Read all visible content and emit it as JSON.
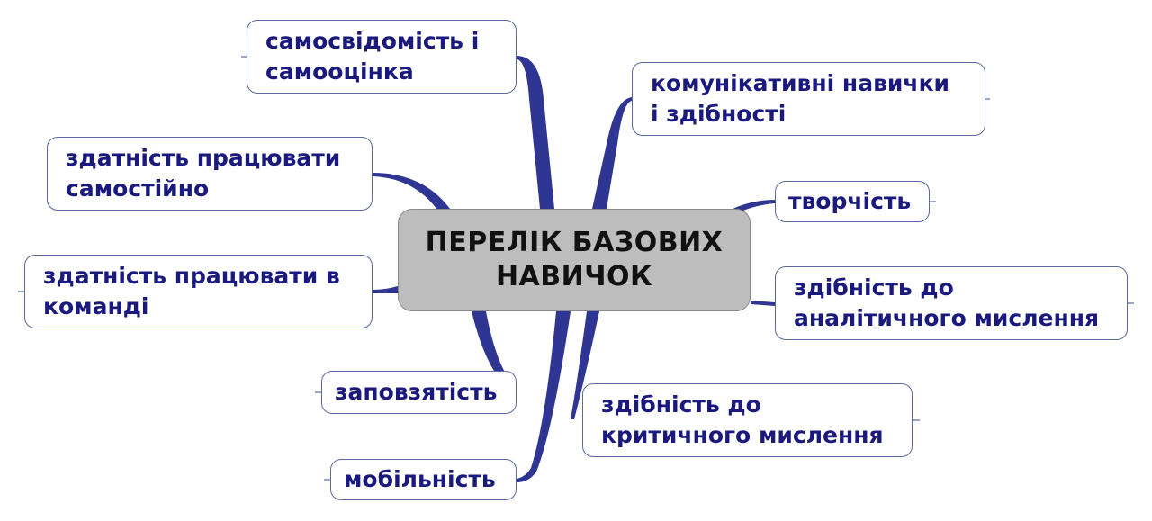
{
  "center": {
    "label": "ПЕРЕЛІК БАЗОВИХ\nНАВИЧОК"
  },
  "nodes": [
    {
      "id": "self-awareness",
      "label": "самосвідомість і\nсамооцінка"
    },
    {
      "id": "communication",
      "label": "комунікативні навички\nі здібності"
    },
    {
      "id": "work-independently",
      "label": "здатність працювати\nсамостійно"
    },
    {
      "id": "creativity",
      "label": "творчість"
    },
    {
      "id": "teamwork",
      "label": "здатність працювати в\nкоманді"
    },
    {
      "id": "analytical",
      "label": "здібність до\nаналітичного мислення"
    },
    {
      "id": "persistence",
      "label": "заповзятість"
    },
    {
      "id": "critical",
      "label": "здібність до\nкритичного мислення"
    },
    {
      "id": "mobility",
      "label": "мобільність"
    }
  ],
  "colors": {
    "branch": "#2f3592",
    "node_text": "#1a1a7e",
    "node_border": "#5a6a9a",
    "center_fill": "#bdbdbd"
  }
}
